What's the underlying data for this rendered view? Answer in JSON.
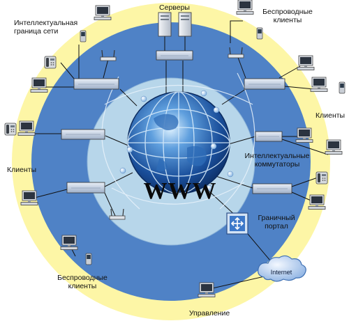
{
  "diagram": {
    "labels": {
      "servers": "Серверы",
      "wireless_top": [
        "Беспроводные",
        "клиенты"
      ],
      "intelligent_edge": [
        "Интеллектуальная",
        "граница сети"
      ],
      "clients_right": "Клиенты",
      "clients_left": "Клиенты",
      "intelligent_switches": [
        "Интеллектуальные",
        "коммутаторы"
      ],
      "edge_portal": [
        "Граничный",
        "портал"
      ],
      "wireless_bottom": [
        "Беспроводные",
        "клиенты"
      ],
      "management": "Управление"
    },
    "center_label": "WWW",
    "cloud_label": "Internet"
  },
  "colors": {
    "background": "#ffffff",
    "outer_ring": "#fdf6a6",
    "middle_ring": "#4f82c6",
    "inner_ring": "#b7d6ea",
    "globe_dark": "#0f3f86",
    "globe_light": "#bfe3fb",
    "switch": "#c8d3e4",
    "line": "#111111"
  }
}
